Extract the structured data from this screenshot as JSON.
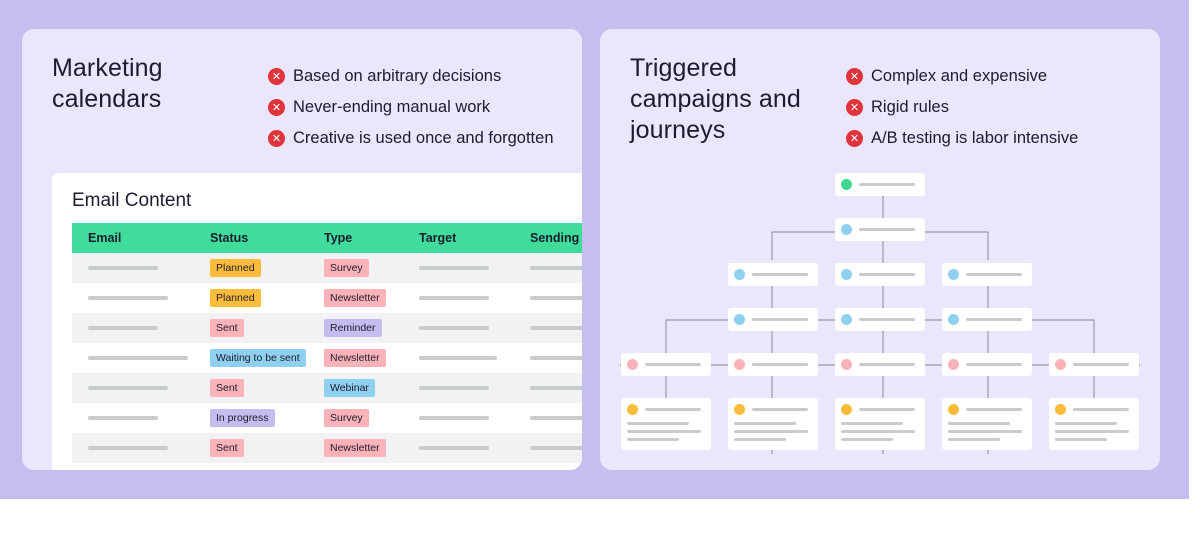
{
  "colors": {
    "background": "#c5bff0",
    "card": "#ebe6fc",
    "table_header": "#40dc9c",
    "cross": "#e0343c",
    "dot_green": "#40d890",
    "dot_blue": "#8fd0f0",
    "dot_pink": "#fbb2b8",
    "dot_yellow": "#fbbc3a"
  },
  "left_card": {
    "title": "Marketing calendars",
    "cons": [
      {
        "icon": "x-circle-icon",
        "text": "Based on arbitrary decisions"
      },
      {
        "icon": "x-circle-icon",
        "text": "Never-ending manual work"
      },
      {
        "icon": "x-circle-icon",
        "text": "Creative is used once and forgotten"
      }
    ],
    "table": {
      "title": "Email Content",
      "columns": [
        "Email",
        "Status",
        "Type",
        "Target",
        "Sending"
      ],
      "rows": [
        {
          "status": "Planned",
          "status_color": "orange",
          "type": "Survey",
          "type_color": "pink"
        },
        {
          "status": "Planned",
          "status_color": "orange",
          "type": "Newsletter",
          "type_color": "pink"
        },
        {
          "status": "Sent",
          "status_color": "pink",
          "type": "Reminder",
          "type_color": "purple"
        },
        {
          "status": "Waiting to be sent",
          "status_color": "blue",
          "type": "Newsletter",
          "type_color": "pink"
        },
        {
          "status": "Sent",
          "status_color": "pink",
          "type": "Webinar",
          "type_color": "blue"
        },
        {
          "status": "In progress",
          "status_color": "purple",
          "type": "Survey",
          "type_color": "pink"
        },
        {
          "status": "Sent",
          "status_color": "pink",
          "type": "Newsletter",
          "type_color": "pink"
        }
      ]
    }
  },
  "right_card": {
    "title": "Triggered campaigns and journeys",
    "cons": [
      {
        "icon": "x-circle-icon",
        "text": "Complex and expensive"
      },
      {
        "icon": "x-circle-icon",
        "text": "Rigid rules"
      },
      {
        "icon": "x-circle-icon",
        "text": "A/B testing is labor intensive"
      }
    ]
  }
}
